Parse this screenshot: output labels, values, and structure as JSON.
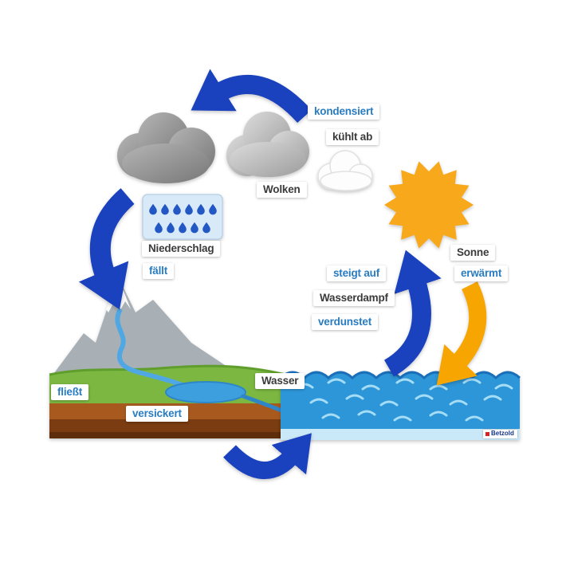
{
  "colors": {
    "arrow_blue": "#1A41BE",
    "arrow_orange": "#F7A500",
    "sun": "#F8A81B",
    "sea": "#2D96D8",
    "grass": "#7CB742",
    "soil": "#A85A1E",
    "mountain": "#A8B0B6",
    "river": "#4FA8E4",
    "text_blue": "#2A7CC0",
    "text_dark": "#3B3B3B"
  },
  "labels": {
    "kondensiert": "kondensiert",
    "kuehlt_ab": "kühlt ab",
    "wolken": "Wolken",
    "niederschlag": "Niederschlag",
    "faellt": "fällt",
    "sonne": "Sonne",
    "erwaermt": "erwärmt",
    "steigt_auf": "steigt auf",
    "wasserdampf": "Wasserdampf",
    "verdunstet": "verdunstet",
    "wasser": "Wasser",
    "fliesst": "fließt",
    "versickert": "versickert"
  },
  "brand": {
    "name": "Betzold"
  }
}
